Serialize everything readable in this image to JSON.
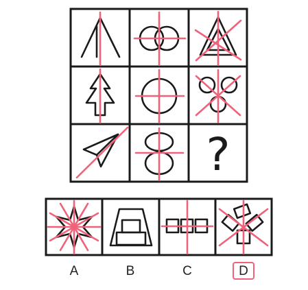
{
  "puzzle": {
    "question_mark": "?",
    "options": [
      {
        "label": "A",
        "icon": "six-point-star-icon"
      },
      {
        "label": "B",
        "icon": "trapezoid-stack-icon"
      },
      {
        "label": "C",
        "icon": "three-squares-row-icon"
      },
      {
        "label": "D",
        "icon": "three-rectangles-pinwheel-icon"
      }
    ],
    "answer_label": "D",
    "colors": {
      "line": "#1a1a1a",
      "axis_highlight": "#f0627a",
      "background": "#ffffff"
    }
  }
}
